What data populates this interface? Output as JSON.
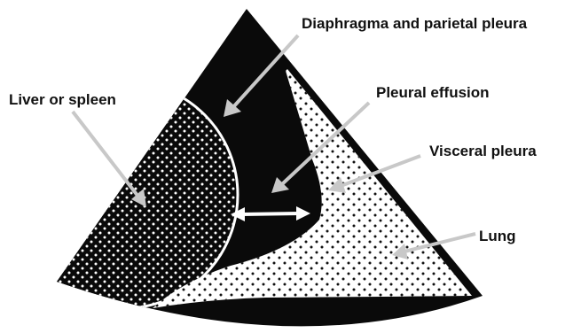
{
  "diagram": {
    "labels": {
      "diaphragm": "Diaphragma and parietal pleura",
      "liver": "Liver or spleen",
      "effusion": "Pleural effusion",
      "visceral": "Visceral pleura",
      "lung": "Lung"
    },
    "colors": {
      "sector": "#0a0a0a",
      "lung_fill": "#ffffff",
      "liver_dots": "#ffffff",
      "lung_dots": "#111111",
      "arrow": "#c8c8c8",
      "measure_arrow": "#ffffff"
    }
  }
}
